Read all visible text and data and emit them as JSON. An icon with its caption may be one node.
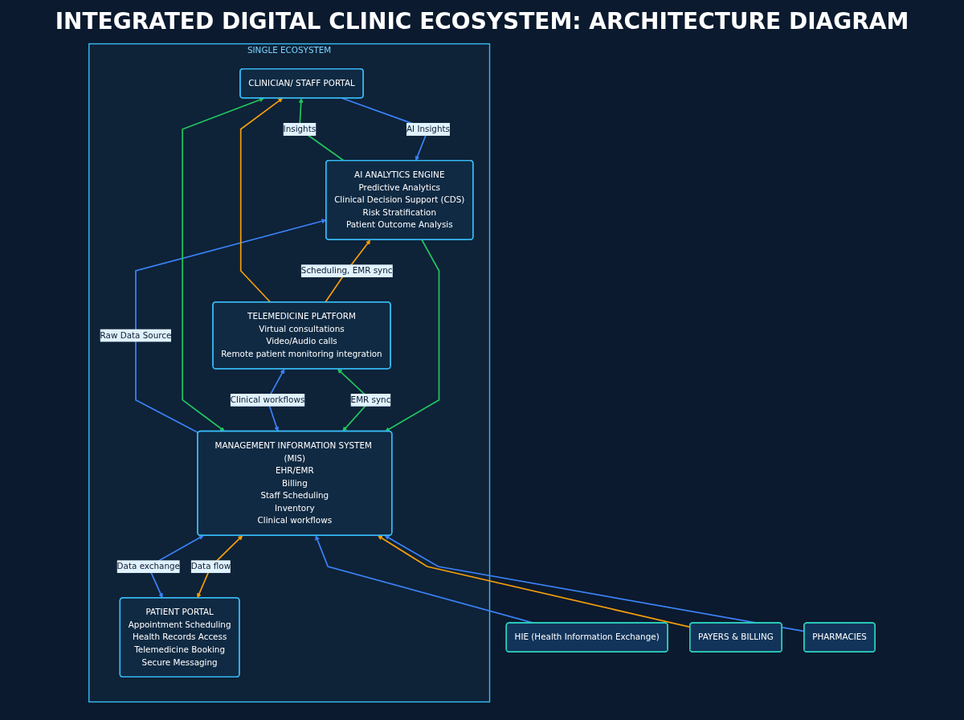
{
  "diagram": {
    "title": "INTEGRATED DIGITAL CLINIC ECOSYSTEM: ARCHITECTURE DIAGRAM",
    "nodes": [
      {
        "text": [
          "SINGLE ECOSYSTEM"
        ]
      },
      {
        "text": [
          "PATIENT PORTAL",
          "Appointment Scheduling",
          "Health Records Access",
          "Telemedicine Booking",
          "Secure Messaging"
        ],
        "in": 0
      },
      {
        "text": [
          "AI ANALYTICS ENGINE",
          "Predictive Analytics",
          "Clinical Decision Support (CDS)",
          "Risk Stratification",
          "Patient Outcome Analysis"
        ],
        "in": 0
      },
      {
        "text": [
          "CLINICIAN/ STAFF PORTAL"
        ],
        "in": 0
      },
      {
        "text": [
          "MANAGEMENT INFORMATION SYSTEM (MIS)",
          "EHR/EMR",
          "Billing",
          "Staff Scheduling",
          "Inventory",
          "Clinical workflows"
        ],
        "in": 0
      },
      {
        "text": [
          "TELEMEDICINE PLATFORM",
          "Virtual consultations",
          "Video/Audio calls",
          "Remote patient monitoring integration"
        ],
        "in": 0
      },
      {
        "text": [
          "HIE (Health Information Exchange)"
        ]
      },
      {
        "text": [
          "PAYERS & BILLING"
        ]
      },
      {
        "text": [
          "PHARMACIES"
        ]
      }
    ],
    "edges": [
      {
        "from": 1,
        "to": 4,
        "arrow": "both",
        "label": "Data exchange"
      },
      {
        "from": 1,
        "to": 4,
        "arrow": "both",
        "label": "Data flow",
        "color": "#f59e0b"
      },
      {
        "from": 4,
        "to": 2,
        "arrow": "to",
        "label": "Raw Data Source"
      },
      {
        "from": 2,
        "to": 3,
        "arrow": "to",
        "label": "Insights",
        "color": "#22c55e"
      },
      {
        "from": 2,
        "to": 4,
        "arrow": "to",
        "color": "#22c55e"
      },
      {
        "from": 4,
        "to": 3,
        "arrow": "both",
        "color": "#22c55e"
      },
      {
        "from": 3,
        "to": 2,
        "arrow": "to",
        "label": "AI Insights"
      },
      {
        "from": 5,
        "to": 3,
        "arrow": "to",
        "color": "#f59e0b"
      },
      {
        "from": 5,
        "to": 2,
        "arrow": "to",
        "label": "Scheduling, EMR sync",
        "color": "#f59e0b"
      },
      {
        "from": 4,
        "to": 5,
        "arrow": "both",
        "label": "Clinical workflows"
      },
      {
        "from": 4,
        "to": 5,
        "arrow": "both",
        "label": "EMR sync",
        "color": "#22c55e"
      },
      {
        "from": 6,
        "to": 4,
        "arrow": "to"
      },
      {
        "from": 7,
        "to": 4,
        "arrow": "to",
        "color": "#f59e0b"
      },
      {
        "from": 8,
        "to": 4,
        "arrow": "to"
      }
    ]
  }
}
